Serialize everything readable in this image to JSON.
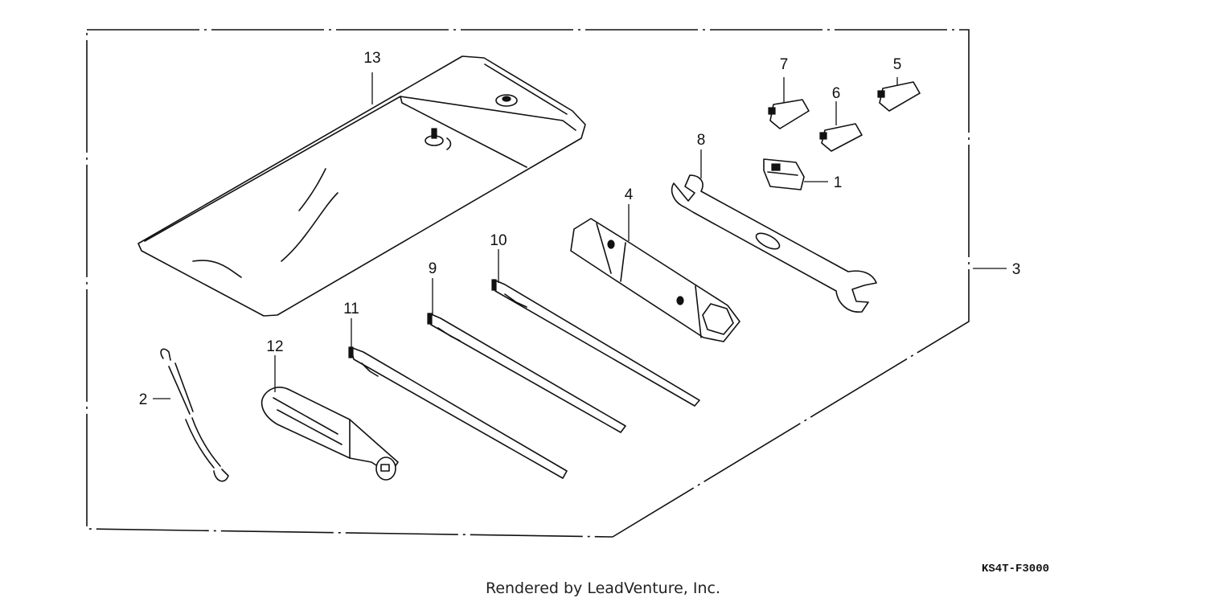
{
  "diagram": {
    "callouts": [
      "1",
      "2",
      "3",
      "4",
      "5",
      "6",
      "7",
      "8",
      "9",
      "10",
      "11",
      "12",
      "13"
    ],
    "drawing_code": "KS4T-F3000",
    "credit": "Rendered by LeadVenture, Inc."
  }
}
